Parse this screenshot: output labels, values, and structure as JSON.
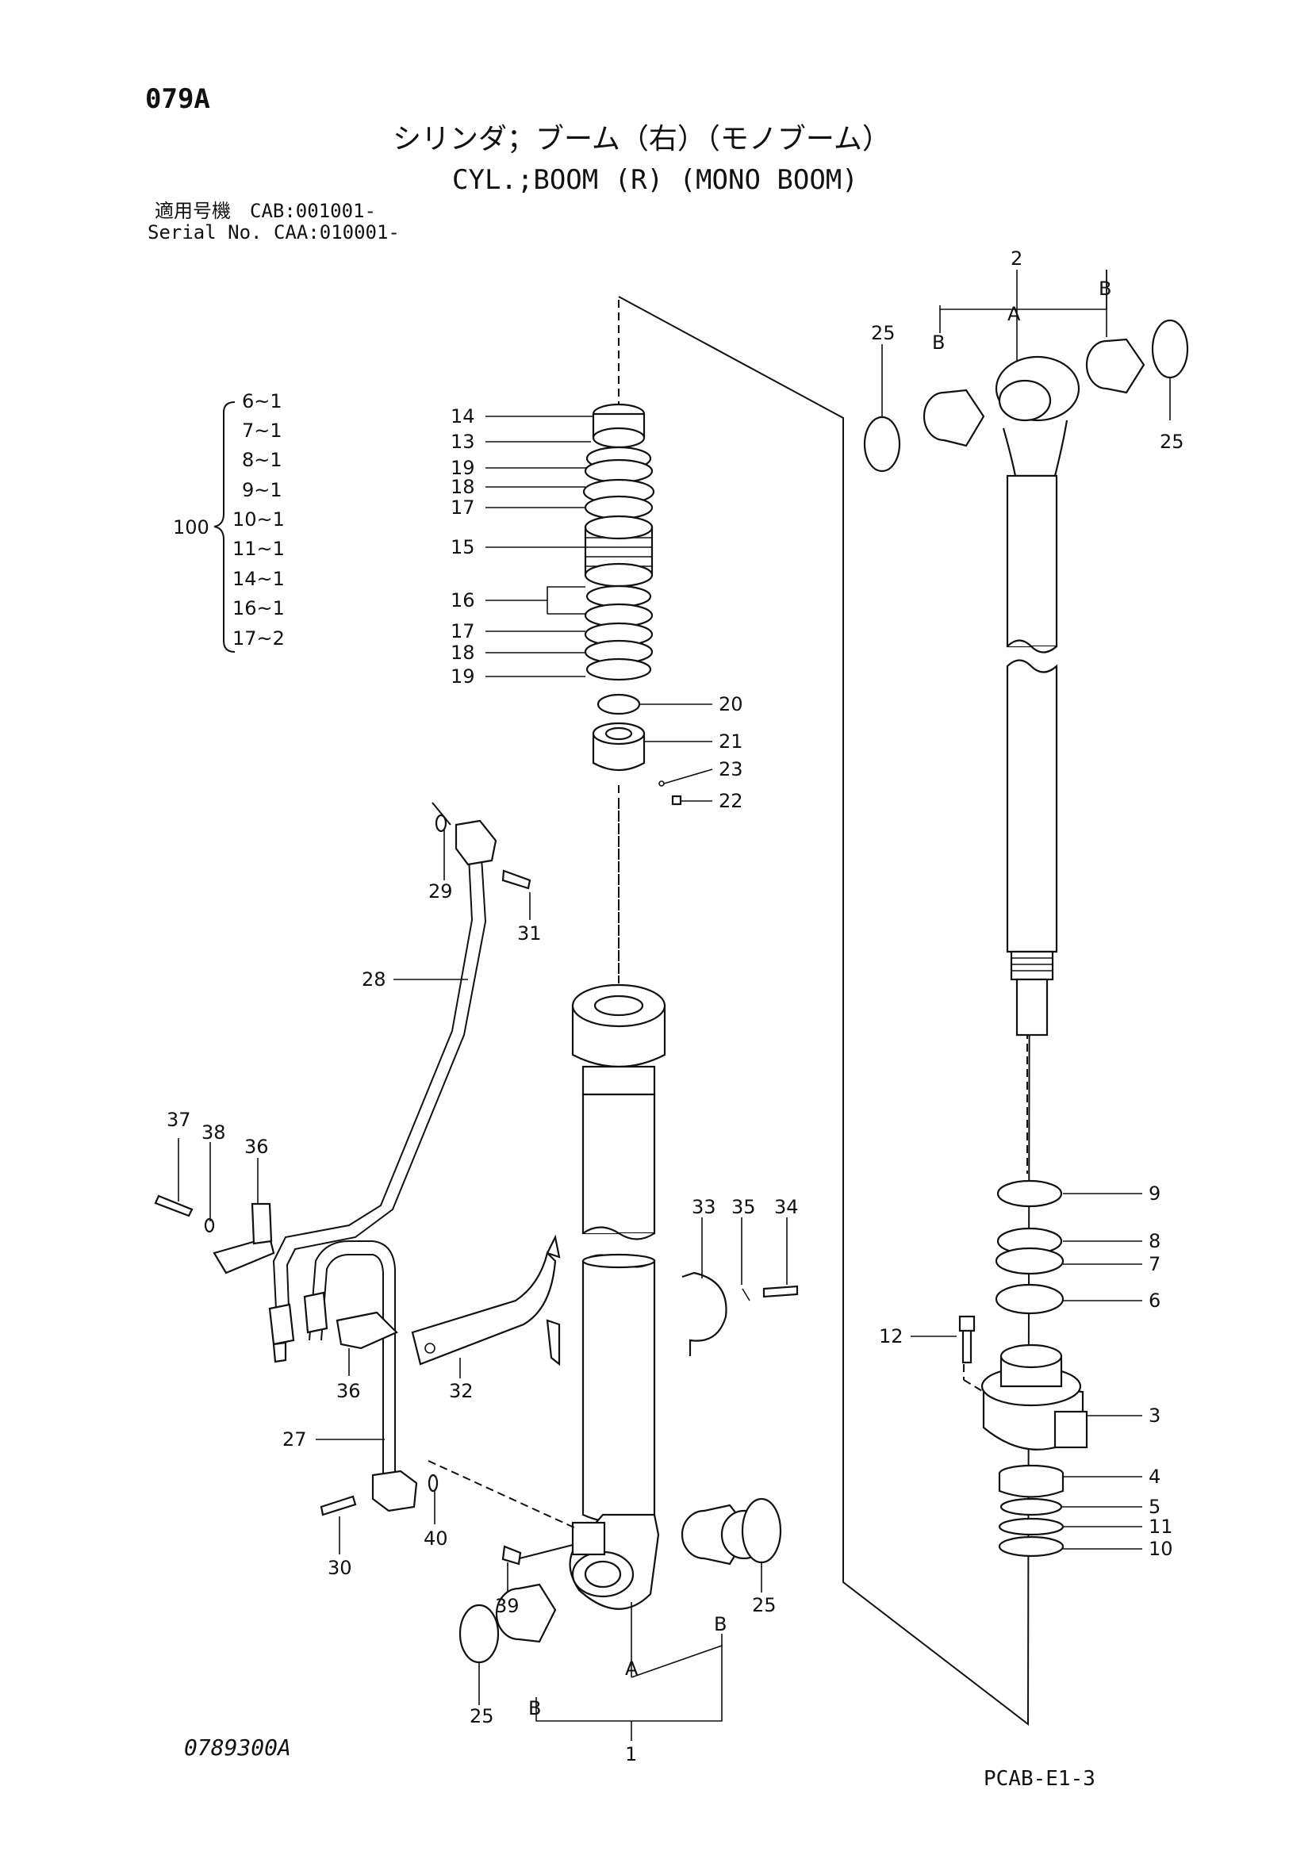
{
  "header": {
    "page_code": "079A",
    "title_jp": "シリンダ；ブーム（右）（モノブーム）",
    "title_en": "CYL.;BOOM (R) (MONO BOOM)",
    "serial_line1": "適用号機　CAB:001001-",
    "serial_line2": "Serial No. CAA:010001-"
  },
  "footer": {
    "drawing_code": "0789300A",
    "page_ref": "PCAB-E1-3"
  },
  "kit": {
    "number": "100",
    "items": [
      "6~1",
      "7~1",
      "8~1",
      "9~1",
      "10~1",
      "11~1",
      "14~1",
      "16~1",
      "17~2"
    ]
  },
  "callouts": {
    "c1": "1",
    "c2": "2",
    "c3": "3",
    "c4": "4",
    "c5": "5",
    "c6": "6",
    "c7": "7",
    "c8": "8",
    "c9": "9",
    "c10": "10",
    "c11": "11",
    "c12": "12",
    "c13": "13",
    "c14": "14",
    "c15": "15",
    "c16": "16",
    "c17a": "17",
    "c17b": "17",
    "c18a": "18",
    "c18b": "18",
    "c19a": "19",
    "c19b": "19",
    "c20": "20",
    "c21": "21",
    "c22": "22",
    "c23": "23",
    "c25a": "25",
    "c25b": "25",
    "c25c": "25",
    "c25d": "25",
    "c27": "27",
    "c28": "28",
    "c29": "29",
    "c30": "30",
    "c31": "31",
    "c32": "32",
    "c33": "33",
    "c34": "34",
    "c35": "35",
    "c36a": "36",
    "c36b": "36",
    "c37": "37",
    "c38": "38",
    "c39": "39",
    "c40": "40",
    "bA1": "A",
    "bB1": "B",
    "bB2": "B",
    "bA2": "A",
    "bB3": "B",
    "bB4": "B"
  }
}
